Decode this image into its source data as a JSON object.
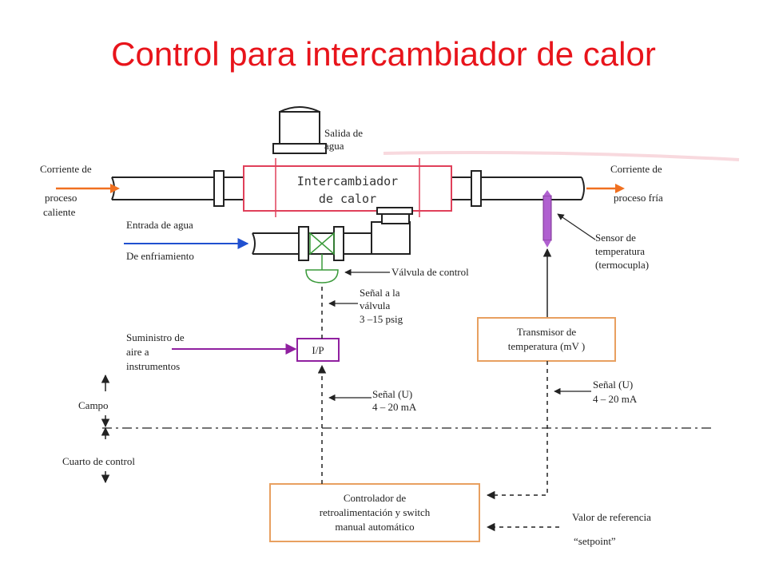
{
  "title": "Control para intercambiador de calor",
  "labels": {
    "salida_1": "Salida de",
    "salida_2": "agua",
    "exchanger_1": "Intercambiador",
    "exchanger_2": "de calor",
    "hot_in_1": "Corriente de",
    "hot_in_2": "proceso",
    "hot_in_3": "caliente",
    "cold_out_1": "Corriente de",
    "cold_out_2": "proceso fría",
    "water_in_1": "Entrada de agua",
    "water_in_2": "De enfriamiento",
    "valve": "Válvula de control",
    "valve_signal_1": "Señal a la",
    "valve_signal_2": "válvula",
    "valve_signal_3": "3 –15 psig",
    "air_1": "Suministro de",
    "air_2": "aire a",
    "air_3": "instrumentos",
    "ip": "I/P",
    "sensor_1": "Sensor de",
    "sensor_2": "temperatura",
    "sensor_3": "(termocupla)",
    "transmitter_1": "Transmisor de",
    "transmitter_2": "temperatura (mV )",
    "signal_left_1": "Señal (U)",
    "signal_left_2": "4 – 20 mA",
    "signal_right_1": "Señal (U)",
    "signal_right_2": "4 – 20 mA",
    "campo": "Campo",
    "cuarto": "Cuarto de control",
    "controller_1": "Controlador de",
    "controller_2": "retroalimentación y switch",
    "controller_3": "manual automático",
    "setpoint_1": "Valor de referencia",
    "setpoint_2": "“setpoint”"
  },
  "colors": {
    "title": "#e8141b",
    "exchanger": "#e0405a",
    "orange_box": "#e8a060",
    "blue_arrow": "#2050d0",
    "purple_arrow": "#9020a0",
    "hot_arrow": "#f07020",
    "sensor": "#b060d0",
    "valve": "#3a9a3a"
  }
}
